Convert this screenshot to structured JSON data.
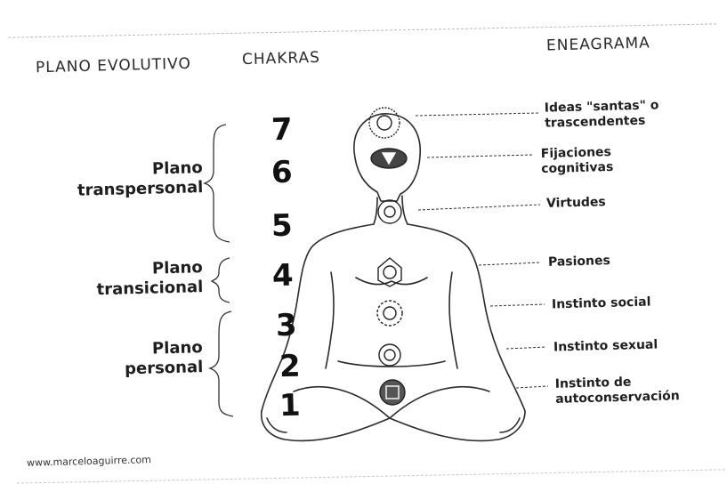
{
  "headers": {
    "plano_evolutivo": "PLANO EVOLUTIVO",
    "chakras": "CHAKRAS",
    "eneagrama": "ENEAGRAMA"
  },
  "planes": {
    "transpersonal": "Plano\ntranspersonal",
    "transicional": "Plano\ntransicional",
    "personal": "Plano\npersonal"
  },
  "chakra_numbers": [
    "1",
    "2",
    "3",
    "4",
    "5",
    "6",
    "7"
  ],
  "annotations": {
    "ideas": "Ideas \"santas\" o\ntrascendentes",
    "fijaciones": "Fijaciones\ncognitivas",
    "virtudes": "Virtudes",
    "pasiones": "Pasiones",
    "instinto_social": "Instinto social",
    "instinto_sexual": "Instinto sexual",
    "instinto_autoconservacion": "Instinto de\nautoconservación"
  },
  "watermark": "www.marceloaguirre.com"
}
